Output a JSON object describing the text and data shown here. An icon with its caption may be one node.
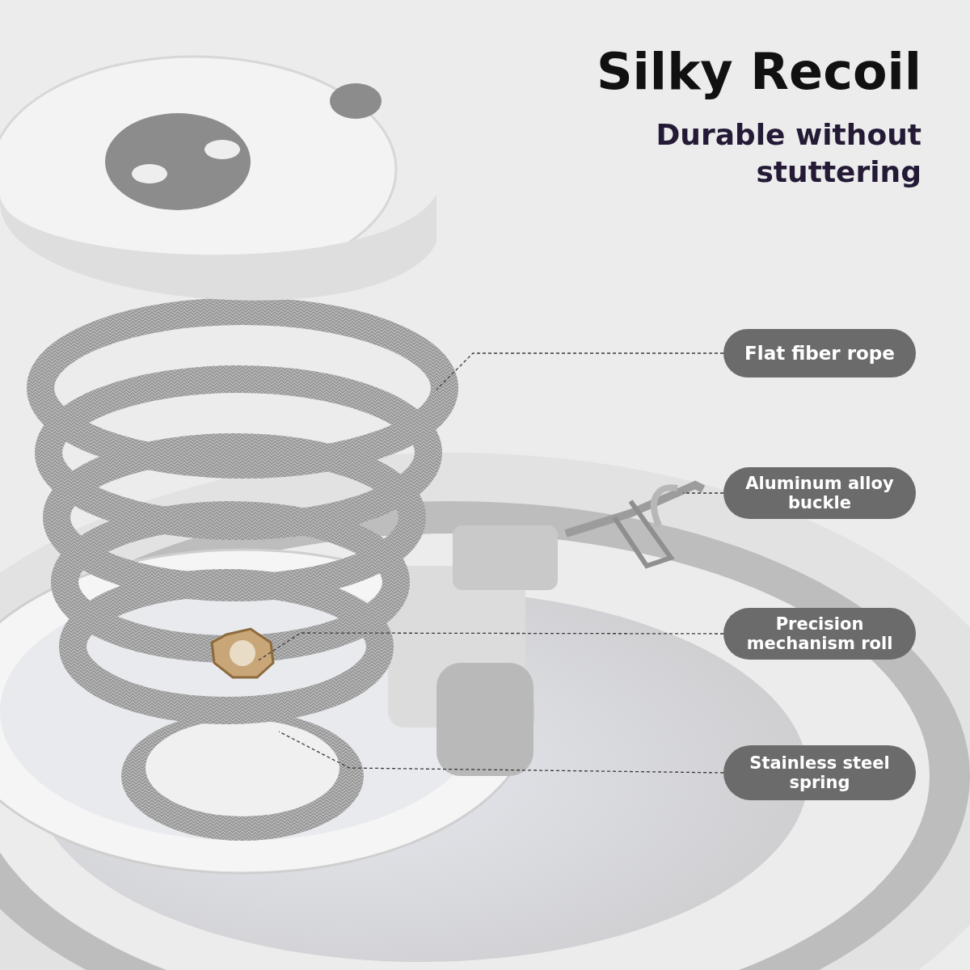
{
  "diagram": {
    "title": "Silky Recoil",
    "nodes": [
      {
        "text": [
          "Flat fiber rope"
        ]
      },
      {
        "text": [
          "Aluminum alloy buckle"
        ]
      },
      {
        "text": [
          "Precision mechanism roll"
        ]
      },
      {
        "text": [
          "Stainless steel spring"
        ]
      }
    ],
    "edges": [
      {
        "from": 0,
        "to": null,
        "arrow": "none"
      },
      {
        "from": 1,
        "to": null,
        "arrow": "none"
      },
      {
        "from": 2,
        "to": null,
        "arrow": "none"
      },
      {
        "from": 3,
        "to": null,
        "arrow": "none"
      }
    ],
    "labels": [
      "Durable without stuttering"
    ]
  }
}
